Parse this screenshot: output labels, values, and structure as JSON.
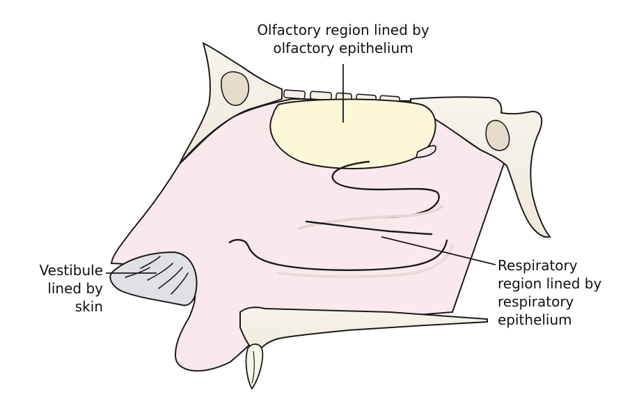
{
  "labels": {
    "olfactory": {
      "line1": "Olfactory region lined by",
      "line2": "olfactory epithelium"
    },
    "vestibule": {
      "line1": "Vestibule",
      "line2": "lined by",
      "line3": "skin"
    },
    "respiratory": {
      "line1": "Respiratory",
      "line2": "region lined by",
      "line3": "respiratory",
      "line4": "epithelium"
    }
  },
  "colors": {
    "mucosa": "#f9e9ec",
    "bone": "#f4f0e6",
    "bone_shadow": "#e6dccb",
    "olfactory_area": "#fbf8d8",
    "vestibule_area": "#e1e1e5",
    "outline": "#1a1a1a"
  }
}
